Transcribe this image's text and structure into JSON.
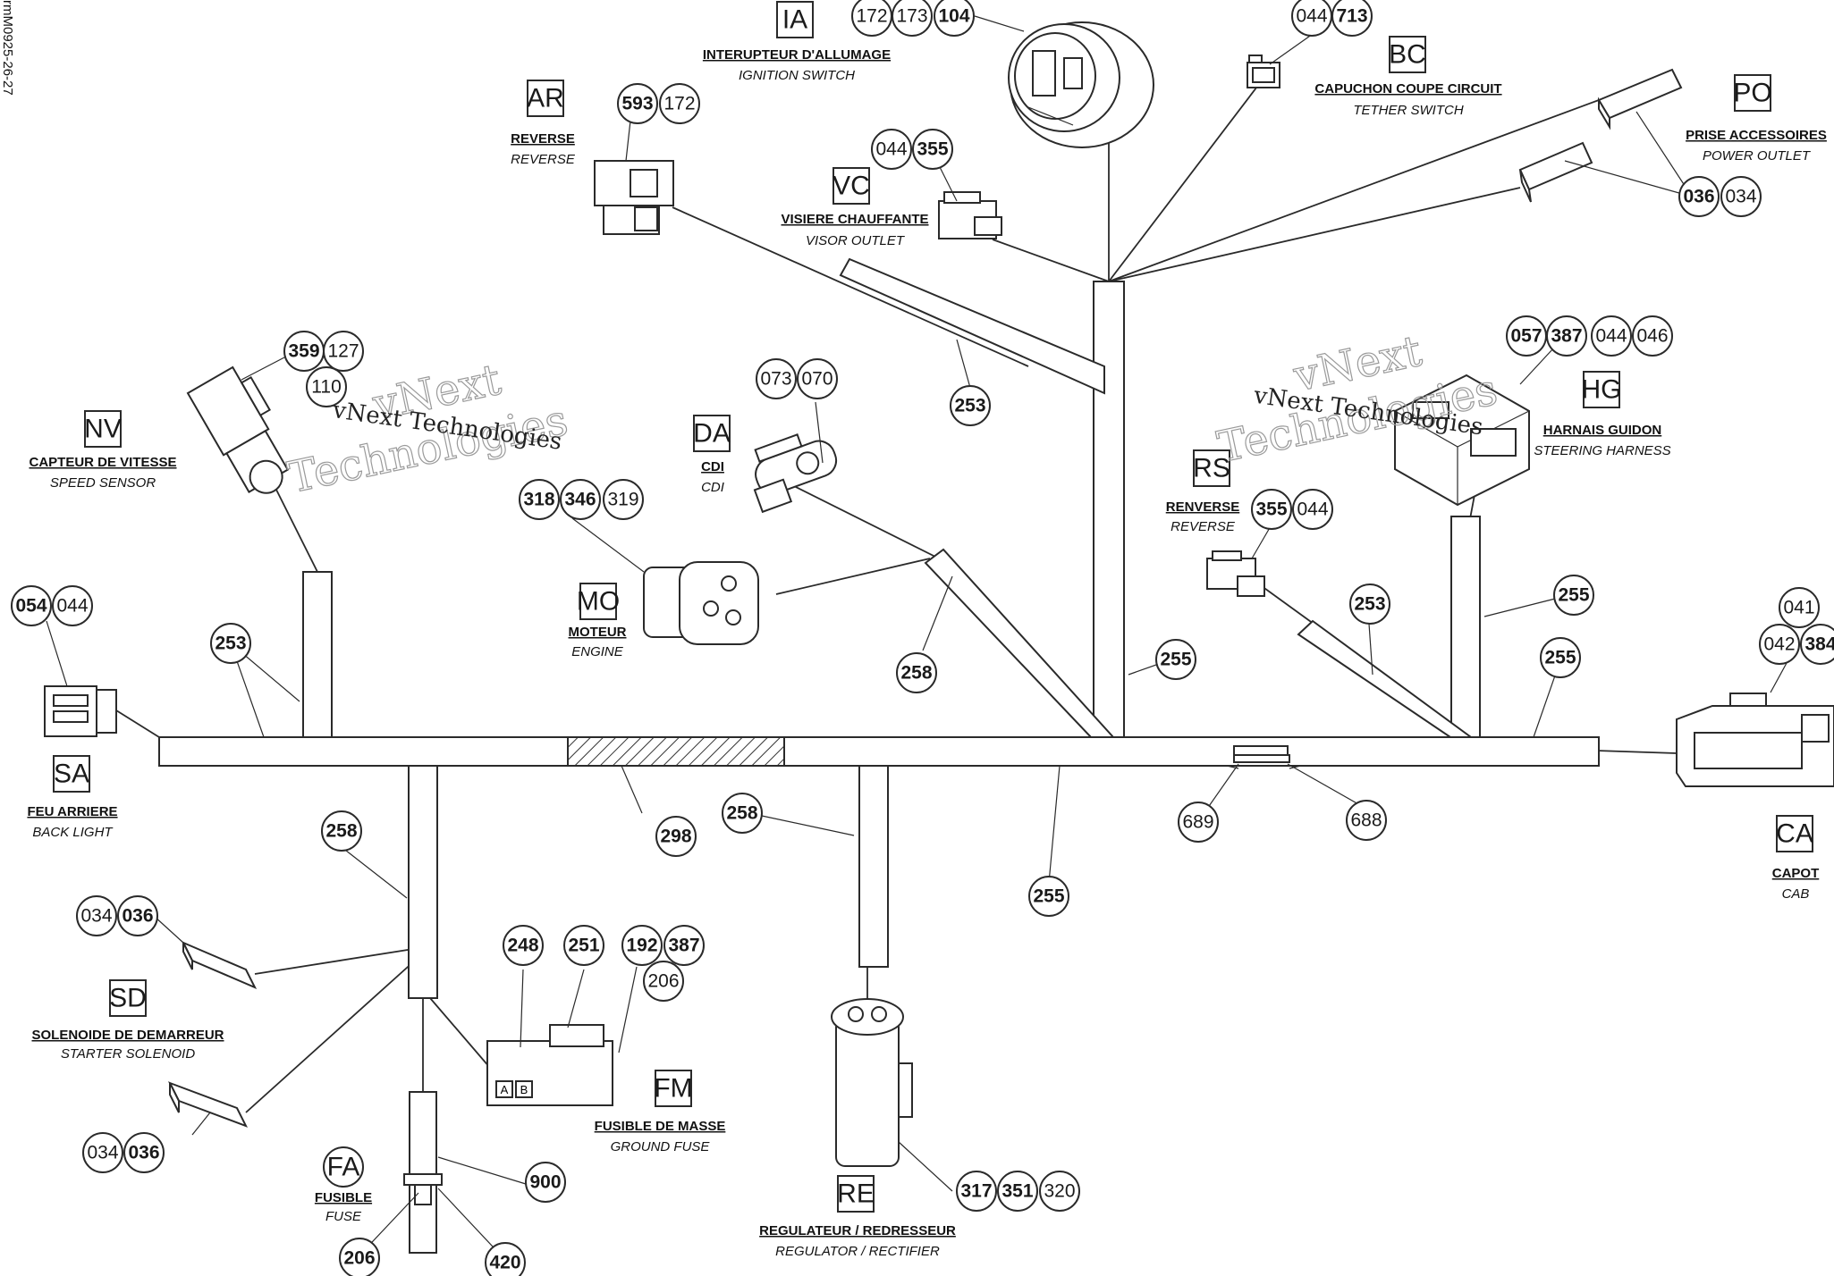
{
  "drawing_number": "rmM0925-26-27",
  "watermark_text": "vNext Technologies",
  "watermark_outline_line1": "vNext",
  "watermark_outline_line2": "Technologies",
  "connectors": {
    "ia": {
      "code": "IA",
      "fr": "INTERUPTEUR D'ALLUMAGE",
      "en": "IGNITION SWITCH"
    },
    "bc": {
      "code": "BC",
      "fr": "CAPUCHON COUPE CIRCUIT",
      "en": "TETHER SWITCH"
    },
    "ar": {
      "code": "AR",
      "fr": "REVERSE",
      "en": "REVERSE"
    },
    "vc": {
      "code": "VC",
      "fr": "VISIERE CHAUFFANTE",
      "en": "VISOR OUTLET"
    },
    "po": {
      "code": "PO",
      "fr": "PRISE ACCESSOIRES",
      "en": "POWER OUTLET"
    },
    "nv": {
      "code": "NV",
      "fr": "CAPTEUR DE VITESSE",
      "en": "SPEED SENSOR"
    },
    "da": {
      "code": "DA",
      "fr": "CDI",
      "en": "CDI"
    },
    "hg": {
      "code": "HG",
      "fr": "HARNAIS GUIDON",
      "en": "STEERING HARNESS"
    },
    "rs": {
      "code": "RS",
      "fr": "RENVERSE",
      "en": "REVERSE"
    },
    "mo": {
      "code": "MO",
      "fr": "MOTEUR",
      "en": "ENGINE"
    },
    "sa": {
      "code": "SA",
      "fr": "FEU ARRIERE",
      "en": "BACK LIGHT"
    },
    "ca": {
      "code": "CA",
      "fr": "CAPOT",
      "en": "CAB"
    },
    "sd": {
      "code": "SD",
      "fr": "SOLENOIDE DE DEMARREUR",
      "en": "STARTER SOLENOID"
    },
    "fm": {
      "code": "FM",
      "fr": "FUSIBLE DE MASSE",
      "en": "GROUND FUSE"
    },
    "fa": {
      "code": "FA",
      "fr": "FUSIBLE",
      "en": "FUSE"
    },
    "re": {
      "code": "RE",
      "fr": "REGULATEUR / REDRESSEUR",
      "en": "REGULATOR / RECTIFIER"
    }
  },
  "fuse_terminals": {
    "a": "A",
    "b": "B"
  },
  "parts": {
    "p172a": "172",
    "p173": "173",
    "p104": "104",
    "p044a": "044",
    "p713": "713",
    "p593": "593",
    "p172b": "172",
    "p044b": "044",
    "p355a": "355",
    "p036a": "036",
    "p034a": "034",
    "p359": "359",
    "p127": "127",
    "p110": "110",
    "p073": "073",
    "p070": "070",
    "p318": "318",
    "p346": "346",
    "p319": "319",
    "p057": "057",
    "p387a": "387",
    "p044c": "044",
    "p046": "046",
    "p355b": "355",
    "p044d": "044",
    "p054": "054",
    "p044e": "044",
    "p041": "041",
    "p042": "042",
    "p384": "384",
    "p253a": "253",
    "p253b": "253",
    "p253c": "253",
    "p258a": "258",
    "p258b": "258",
    "p258c": "258",
    "p255a": "255",
    "p255b": "255",
    "p255c": "255",
    "p255d": "255",
    "p298": "298",
    "p689": "689",
    "p688": "688",
    "p034b": "034",
    "p036b": "036",
    "p034c": "034",
    "p036c": "036",
    "p248": "248",
    "p251": "251",
    "p192": "192",
    "p387b": "387",
    "p206a": "206",
    "p900": "900",
    "p206b": "206",
    "p420": "420",
    "p317": "317",
    "p351": "351",
    "p320": "320"
  }
}
